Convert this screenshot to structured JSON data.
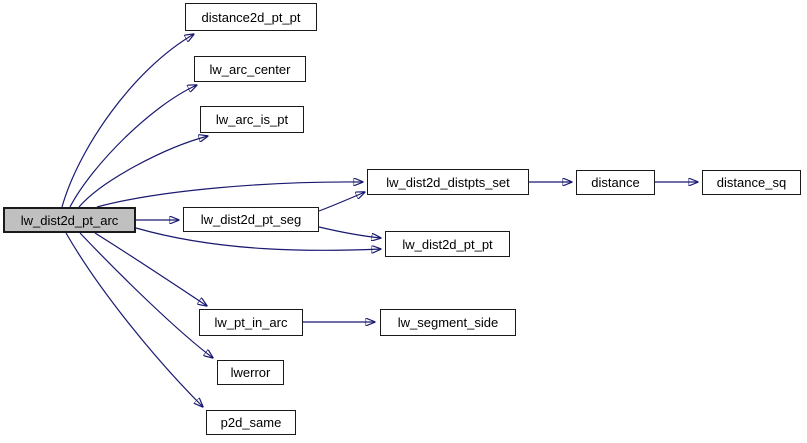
{
  "diagram": {
    "type": "call-graph",
    "root_function": "lw_dist2d_pt_arc",
    "colors": {
      "edge": "#191970",
      "node_border": "#1a1a1a",
      "node_fill": "#ffffff",
      "root_node_fill": "#c0c0c0",
      "text": "#000000",
      "background": "#ffffff"
    },
    "nodes": [
      {
        "id": "lw_dist2d_pt_arc",
        "label": "lw_dist2d_pt_arc",
        "is_root": true
      },
      {
        "id": "distance2d_pt_pt",
        "label": "distance2d_pt_pt",
        "is_root": false
      },
      {
        "id": "lw_arc_center",
        "label": "lw_arc_center",
        "is_root": false
      },
      {
        "id": "lw_arc_is_pt",
        "label": "lw_arc_is_pt",
        "is_root": false
      },
      {
        "id": "lw_dist2d_distpts_set",
        "label": "lw_dist2d_distpts_set",
        "is_root": false
      },
      {
        "id": "distance",
        "label": "distance",
        "is_root": false
      },
      {
        "id": "distance_sq",
        "label": "distance_sq",
        "is_root": false
      },
      {
        "id": "lw_dist2d_pt_seg",
        "label": "lw_dist2d_pt_seg",
        "is_root": false
      },
      {
        "id": "lw_dist2d_pt_pt",
        "label": "lw_dist2d_pt_pt",
        "is_root": false
      },
      {
        "id": "lw_pt_in_arc",
        "label": "lw_pt_in_arc",
        "is_root": false
      },
      {
        "id": "lw_segment_side",
        "label": "lw_segment_side",
        "is_root": false
      },
      {
        "id": "lwerror",
        "label": "lwerror",
        "is_root": false
      },
      {
        "id": "p2d_same",
        "label": "p2d_same",
        "is_root": false
      }
    ],
    "edges": [
      {
        "from": "lw_dist2d_pt_arc",
        "to": "distance2d_pt_pt"
      },
      {
        "from": "lw_dist2d_pt_arc",
        "to": "lw_arc_center"
      },
      {
        "from": "lw_dist2d_pt_arc",
        "to": "lw_arc_is_pt"
      },
      {
        "from": "lw_dist2d_pt_arc",
        "to": "lw_dist2d_distpts_set"
      },
      {
        "from": "lw_dist2d_pt_arc",
        "to": "lw_dist2d_pt_seg"
      },
      {
        "from": "lw_dist2d_pt_arc",
        "to": "lw_dist2d_pt_pt"
      },
      {
        "from": "lw_dist2d_pt_arc",
        "to": "lw_pt_in_arc"
      },
      {
        "from": "lw_dist2d_pt_arc",
        "to": "lwerror"
      },
      {
        "from": "lw_dist2d_pt_arc",
        "to": "p2d_same"
      },
      {
        "from": "lw_dist2d_pt_seg",
        "to": "lw_dist2d_distpts_set"
      },
      {
        "from": "lw_dist2d_pt_seg",
        "to": "lw_dist2d_pt_pt"
      },
      {
        "from": "lw_dist2d_distpts_set",
        "to": "distance"
      },
      {
        "from": "distance",
        "to": "distance_sq"
      },
      {
        "from": "lw_pt_in_arc",
        "to": "lw_segment_side"
      }
    ]
  }
}
